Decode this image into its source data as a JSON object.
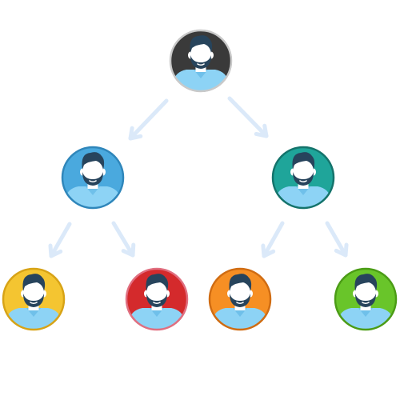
{
  "diagram": {
    "type": "hierarchy-tree",
    "arrow_color": "#dbe9f9",
    "skin_color": "#ffffff",
    "hair_color": "#27445c",
    "shirt_color": "#8dd3f5",
    "collar_color": "#6fc0ea",
    "nodes": [
      {
        "id": "root",
        "icon": "person-avatar-icon",
        "level": 0,
        "fill": "#3a3a3a",
        "border": "#c9c9c9"
      },
      {
        "id": "left",
        "icon": "person-avatar-icon",
        "level": 1,
        "fill": "#4aa9de",
        "border": "#2f86ba",
        "parent": "root"
      },
      {
        "id": "right",
        "icon": "person-avatar-icon",
        "level": 1,
        "fill": "#1fa59a",
        "border": "#14736b",
        "parent": "root"
      },
      {
        "id": "left-left",
        "icon": "person-avatar-icon",
        "level": 2,
        "fill": "#f4c531",
        "border": "#d7a316",
        "parent": "left"
      },
      {
        "id": "left-right",
        "icon": "person-avatar-icon",
        "level": 2,
        "fill": "#d42a2c",
        "border": "#e06f80",
        "parent": "left"
      },
      {
        "id": "right-left",
        "icon": "person-avatar-icon",
        "level": 2,
        "fill": "#f68f24",
        "border": "#d06c12",
        "parent": "right"
      },
      {
        "id": "right-right",
        "icon": "person-avatar-icon",
        "level": 2,
        "fill": "#69c52a",
        "border": "#4b9c16",
        "parent": "right"
      }
    ]
  }
}
